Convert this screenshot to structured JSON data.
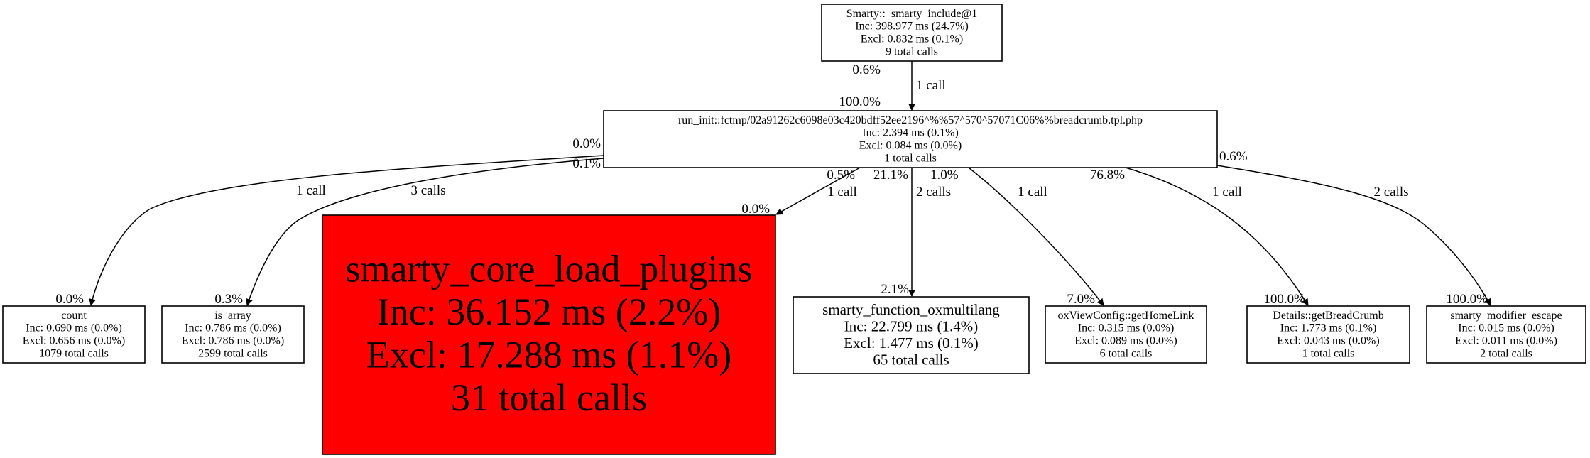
{
  "nodes": [
    {
      "id": "smarty-include",
      "lines": [
        "Smarty::_smarty_include@1",
        "Inc: 398.977 ms (24.7%)",
        "Excl: 0.832 ms (0.1%)",
        "9 total calls"
      ],
      "fill": "#ffffff"
    },
    {
      "id": "run-init",
      "lines": [
        "run_init::fctmp/02a91262c6098e03c420bdff52ee2196^%%57^570^57071C06%%breadcrumb.tpl.php",
        "Inc: 2.394 ms (0.1%)",
        "Excl: 0.084 ms (0.0%)",
        "1 total calls"
      ],
      "fill": "#ffffff"
    },
    {
      "id": "count",
      "lines": [
        "count",
        "Inc: 0.690 ms (0.0%)",
        "Excl: 0.656 ms (0.0%)",
        "1079 total calls"
      ],
      "fill": "#ffffff"
    },
    {
      "id": "is-array",
      "lines": [
        "is_array",
        "Inc: 0.786 ms (0.0%)",
        "Excl: 0.786 ms (0.0%)",
        "2599 total calls"
      ],
      "fill": "#ffffff"
    },
    {
      "id": "smarty-core-load-plugins",
      "lines": [
        "smarty_core_load_plugins",
        "Inc: 36.152 ms (2.2%)",
        "Excl: 17.288 ms (1.1%)",
        "31 total calls"
      ],
      "fill": "#ff0000"
    },
    {
      "id": "smarty-function-oxmultilang",
      "lines": [
        "smarty_function_oxmultilang",
        "Inc: 22.799 ms (1.4%)",
        "Excl: 1.477 ms (0.1%)",
        "65 total calls"
      ],
      "fill": "#ffffff"
    },
    {
      "id": "oxviewconfig-gethomelink",
      "lines": [
        "oxViewConfig::getHomeLink",
        "Inc: 0.315 ms (0.0%)",
        "Excl: 0.089 ms (0.0%)",
        "6 total calls"
      ],
      "fill": "#ffffff"
    },
    {
      "id": "details-getbreadcrumb",
      "lines": [
        "Details::getBreadCrumb",
        "Inc: 1.773 ms (0.1%)",
        "Excl: 0.043 ms (0.0%)",
        "1 total calls"
      ],
      "fill": "#ffffff"
    },
    {
      "id": "smarty-modifier-escape",
      "lines": [
        "smarty_modifier_escape",
        "Inc: 0.015 ms (0.0%)",
        "Excl: 0.011 ms (0.0%)",
        "2 total calls"
      ],
      "fill": "#ffffff"
    }
  ],
  "edges": [
    {
      "from": "smarty-include",
      "to": "run-init",
      "tail": "0.6%",
      "calls": "1 call",
      "head": "100.0%"
    },
    {
      "from": "run-init",
      "to": "count",
      "tail": "0.0%",
      "calls": "1 call",
      "head": "0.0%"
    },
    {
      "from": "run-init",
      "to": "is-array",
      "tail": "0.1%",
      "calls": "3 calls",
      "head": "0.3%"
    },
    {
      "from": "run-init",
      "to": "smarty-core-load-plugins",
      "tail": "0.5%",
      "calls": "1 call",
      "head": "0.0%"
    },
    {
      "from": "run-init",
      "to": "smarty-function-oxmultilang",
      "tail": "21.1%",
      "calls": "2 calls",
      "head": "2.1%"
    },
    {
      "from": "run-init",
      "to": "oxviewconfig-gethomelink",
      "tail": "1.0%",
      "calls": "1 call",
      "head": "7.0%"
    },
    {
      "from": "run-init",
      "to": "details-getbreadcrumb",
      "tail": "76.8%",
      "calls": "1 call",
      "head": "100.0%"
    },
    {
      "from": "run-init",
      "to": "smarty-modifier-escape",
      "tail": "0.6%",
      "calls": "2 calls",
      "head": "100.0%"
    }
  ]
}
